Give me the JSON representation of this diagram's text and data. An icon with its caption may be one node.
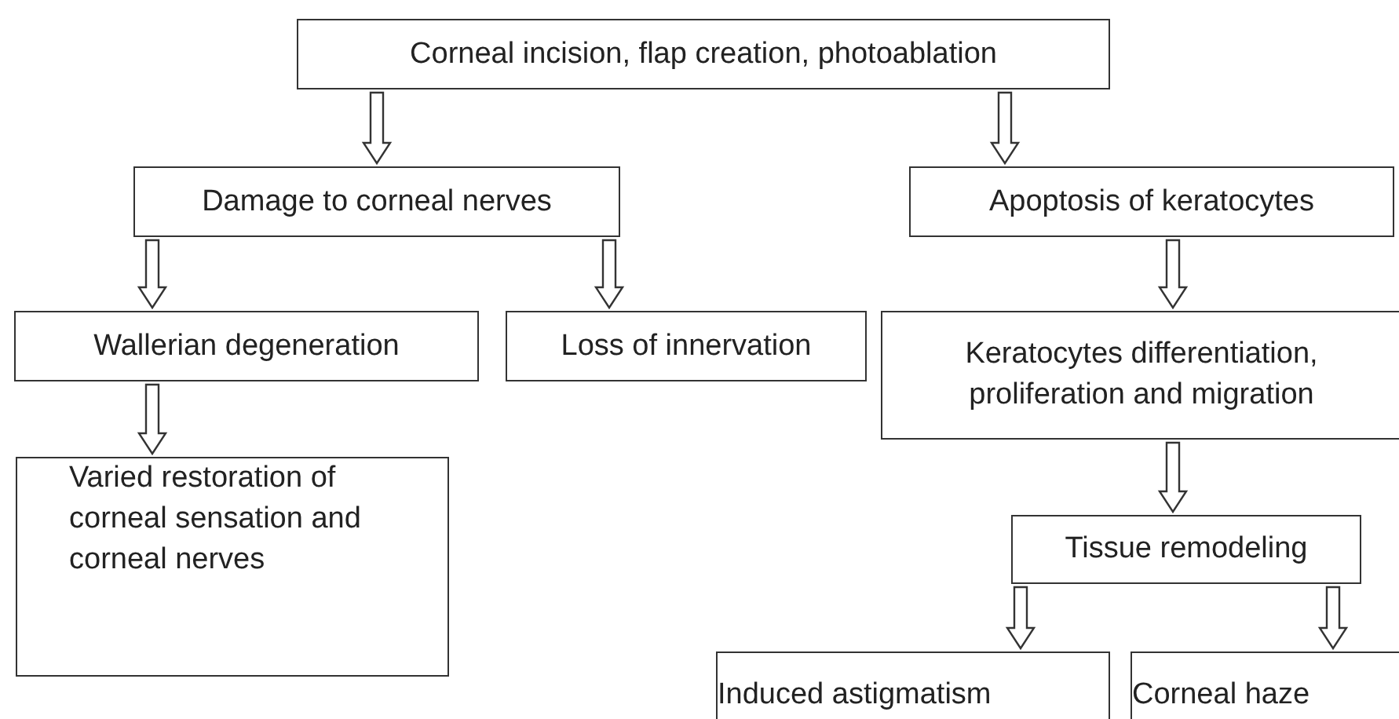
{
  "diagram": {
    "nodes": [
      {
        "text": [
          "Corneal incision, flap creation, photoablation"
        ]
      },
      {
        "text": [
          "Damage to corneal nerves"
        ]
      },
      {
        "text": [
          "Apoptosis of keratocytes"
        ]
      },
      {
        "text": [
          "Wallerian degeneration"
        ]
      },
      {
        "text": [
          "Loss of innervation"
        ]
      },
      {
        "text": [
          "Keratocytes differentiation, proliferation and migration"
        ]
      },
      {
        "text": [
          "Varied restoration of corneal sensation and corneal nerves"
        ]
      },
      {
        "text": [
          "Tissue remodeling"
        ]
      },
      {
        "text": [
          "Induced astigmatism"
        ]
      },
      {
        "text": [
          "Corneal haze"
        ]
      }
    ],
    "edges": [
      {
        "from": 0,
        "to": 1,
        "arrow": "to"
      },
      {
        "from": 0,
        "to": 2,
        "arrow": "to"
      },
      {
        "from": 1,
        "to": 3,
        "arrow": "to"
      },
      {
        "from": 1,
        "to": 4,
        "arrow": "to"
      },
      {
        "from": 2,
        "to": 5,
        "arrow": "to"
      },
      {
        "from": 3,
        "to": 6,
        "arrow": "to"
      },
      {
        "from": 5,
        "to": 7,
        "arrow": "to"
      },
      {
        "from": 7,
        "to": 8,
        "arrow": "to"
      },
      {
        "from": 7,
        "to": 9,
        "arrow": "to"
      }
    ]
  }
}
